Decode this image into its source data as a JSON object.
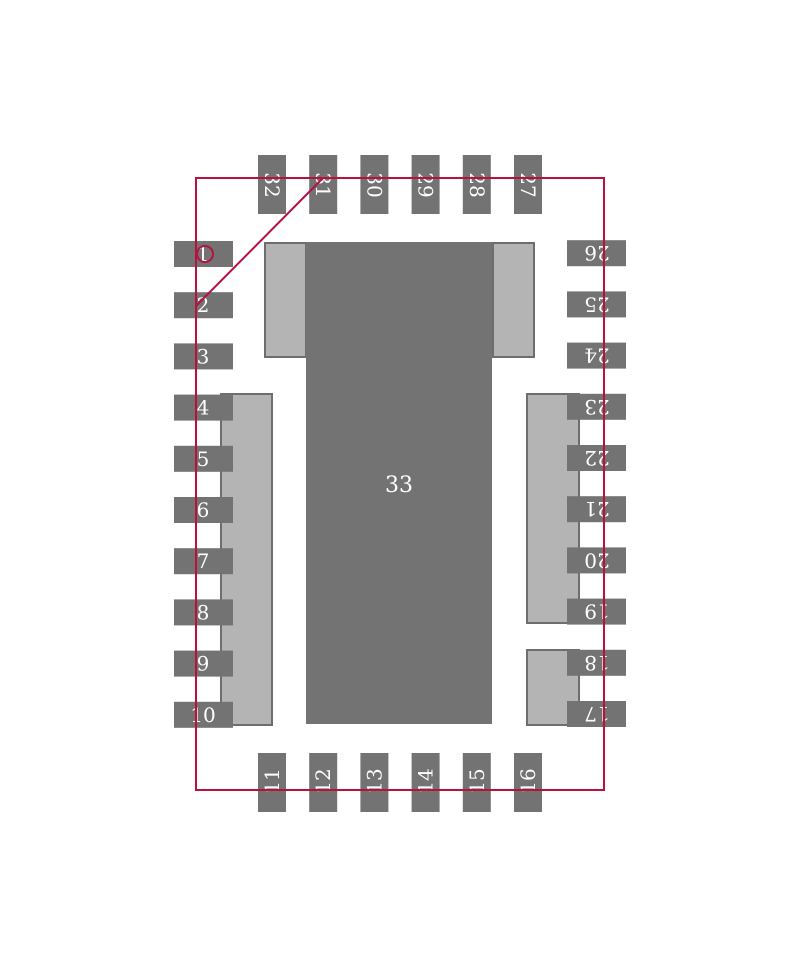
{
  "colors": {
    "background": "#ffffff",
    "pad": "#737373",
    "thermal_pad": "#737373",
    "light_pad": "#b4b4b4",
    "light_pad_border": "#6e6e6e",
    "outline": "#b5123e",
    "label": "#ffffff"
  },
  "pins": {
    "left": [
      "1",
      "2",
      "3",
      "4",
      "5",
      "6",
      "7",
      "8",
      "9",
      "10"
    ],
    "bottom": [
      "11",
      "12",
      "13",
      "14",
      "15",
      "16"
    ],
    "right": [
      "17",
      "18",
      "19",
      "20",
      "21",
      "22",
      "23",
      "24",
      "25",
      "26"
    ],
    "top": [
      "27",
      "28",
      "29",
      "30",
      "31",
      "32"
    ]
  },
  "center_pad": {
    "label": "33"
  },
  "pin1_marker": "circle-marker"
}
